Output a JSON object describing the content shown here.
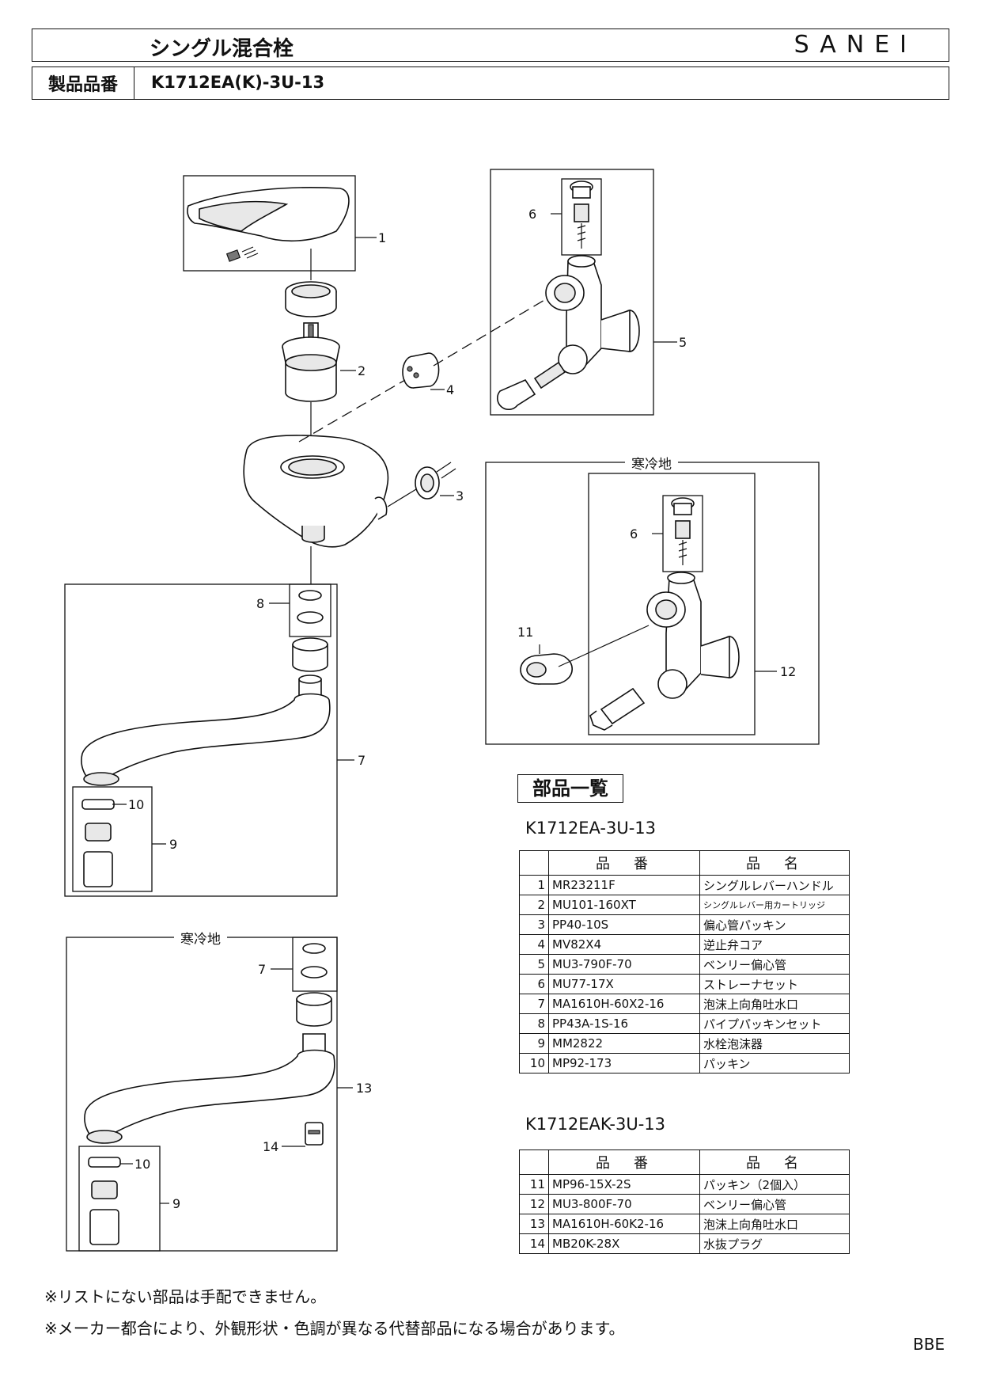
{
  "header": {
    "title": "シングル混合栓",
    "brand": "SANEI",
    "label": "製品品番",
    "model": "K1712EA(K)-3U-13"
  },
  "diagram": {
    "cold_region_label": "寒冷地",
    "callouts": [
      "1",
      "2",
      "3",
      "4",
      "5",
      "6",
      "6",
      "7",
      "7",
      "8",
      "9",
      "9",
      "10",
      "10",
      "11",
      "12",
      "13",
      "14"
    ]
  },
  "parts_list": {
    "heading": "部品一覧",
    "columns": {
      "number": "品　番",
      "name": "品　名"
    },
    "tables": [
      {
        "caption": "K1712EA-3U-13",
        "rows": [
          {
            "no": "1",
            "number": "MR23211F",
            "name": "シングルレバーハンドル"
          },
          {
            "no": "2",
            "number": "MU101-160XT",
            "name": "シングルレバー用カートリッジ"
          },
          {
            "no": "3",
            "number": "PP40-10S",
            "name": "偏心管パッキン"
          },
          {
            "no": "4",
            "number": "MV82X4",
            "name": "逆止弁コア"
          },
          {
            "no": "5",
            "number": "MU3-790F-70",
            "name": "ベンリー偏心管"
          },
          {
            "no": "6",
            "number": "MU77-17X",
            "name": "ストレーナセット"
          },
          {
            "no": "7",
            "number": "MA1610H-60X2-16",
            "name": "泡沫上向角吐水口"
          },
          {
            "no": "8",
            "number": "PP43A-1S-16",
            "name": "パイプパッキンセット"
          },
          {
            "no": "9",
            "number": "MM2822",
            "name": "水栓泡沫器"
          },
          {
            "no": "10",
            "number": "MP92-173",
            "name": "パッキン"
          }
        ]
      },
      {
        "caption": "K1712EAK-3U-13",
        "rows": [
          {
            "no": "11",
            "number": "MP96-15X-2S",
            "name": "パッキン（2個入）"
          },
          {
            "no": "12",
            "number": "MU3-800F-70",
            "name": "ベンリー偏心管"
          },
          {
            "no": "13",
            "number": "MA1610H-60K2-16",
            "name": "泡沫上向角吐水口"
          },
          {
            "no": "14",
            "number": "MB20K-28X",
            "name": "水抜プラグ"
          }
        ]
      }
    ]
  },
  "notes": [
    "※リストにない部品は手配できません。",
    "※メーカー都合により、外観形状・色調が異なる代替部品になる場合があります。"
  ],
  "doc_code": "BBE"
}
